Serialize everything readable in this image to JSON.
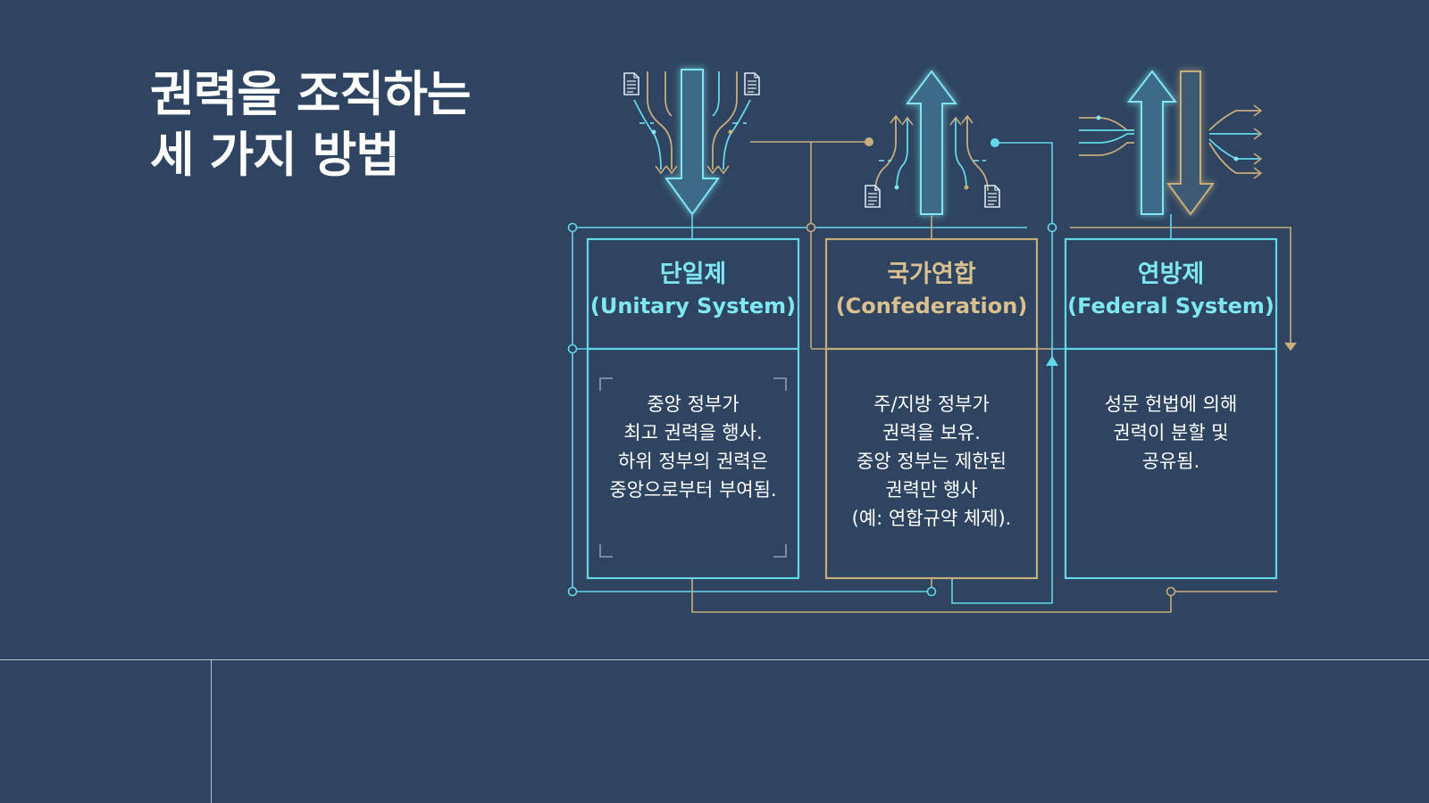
{
  "title": {
    "line1": "권력을 조직하는",
    "line2": "세 가지 방법"
  },
  "systems": [
    {
      "name": "단일제",
      "english": "(Unitary System)",
      "description": [
        "중앙 정부가",
        "최고 권력을 행사.",
        "하위 정부의 권력은",
        "중앙으로부터 부여됨."
      ]
    },
    {
      "name": "국가연합",
      "english": "(Confederation)",
      "description": [
        "주/지방 정부가",
        "권력을 보유.",
        "중앙 정부는 제한된",
        "권력만 행사",
        "(예: 연합규약 체제)."
      ]
    },
    {
      "name": "연방제",
      "english": "(Federal System)",
      "description": [
        "성문 헌법에 의해",
        "권력이 분할 및",
        "공유됨."
      ]
    }
  ],
  "icons": [
    "document-icon",
    "arrow-down-icon",
    "arrow-up-icon",
    "bidirectional-arrow-icon"
  ],
  "colors": {
    "background": "#2e4460",
    "cyan": "#63d8e8",
    "gold": "#c8ad7c",
    "text": "#ffffff"
  }
}
